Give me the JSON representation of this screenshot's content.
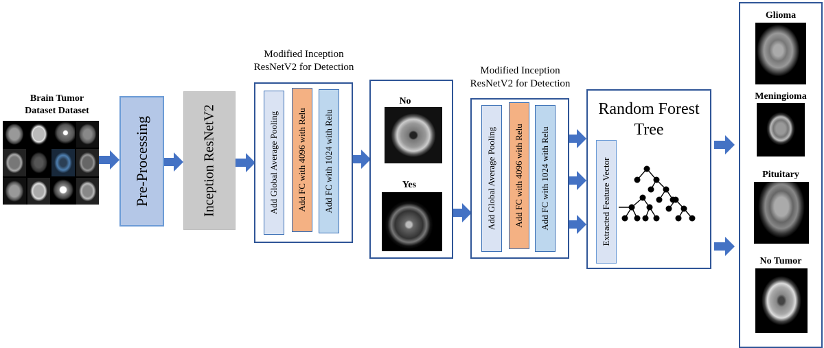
{
  "dataset": {
    "title_line1": "Brain Tumor",
    "title_line2": "Dataset Dataset"
  },
  "stages": {
    "preprocessing": "Pre-Processing",
    "inception": "Inception ResNetV2"
  },
  "detection_block": {
    "caption_line1": "Modified Inception",
    "caption_line2": "ResNetV2 for Detection",
    "layers": [
      "Add Global Average Pooling",
      "Add FC with 4096 with Relu",
      "Add FC with 1024 with Relu"
    ]
  },
  "detection_result": {
    "no_label": "No",
    "yes_label": "Yes"
  },
  "classification_block": {
    "caption_line1": "Modified Inception",
    "caption_line2": "ResNetV2 for Detection",
    "layers": [
      "Add Global Average Pooling",
      "Add FC with 4096 with Relu",
      "Add FC with 1024 with Relu"
    ]
  },
  "random_forest": {
    "title_line1": "Random Forest",
    "title_line2": "Tree",
    "feature_label": "Extracted Feature Vector"
  },
  "outputs": [
    "Glioma",
    "Meningioma",
    "Pituitary",
    "No Tumor"
  ],
  "colors": {
    "arrow": "#4472c4",
    "preprocessing_fill": "#b4c7e7",
    "inception_fill": "#c9c9c9",
    "layer_blue": "#dae3f3",
    "layer_orange": "#f4b183",
    "layer_light": "#bdd7ee",
    "border": "#2f5597"
  }
}
